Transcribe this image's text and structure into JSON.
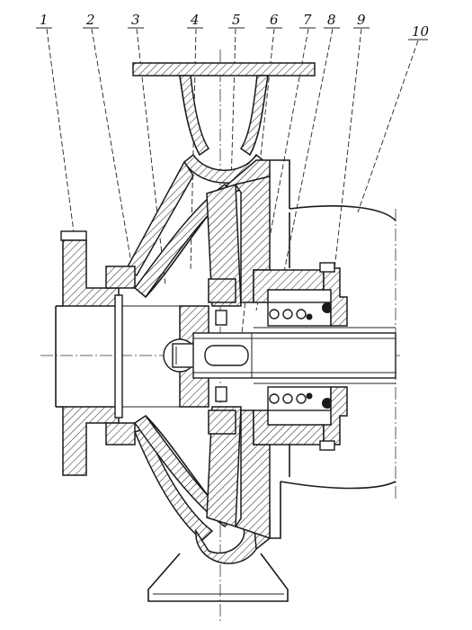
{
  "drawing": {
    "part_numbers": [
      "1",
      "2",
      "3",
      "4",
      "5",
      "6",
      "7",
      "8",
      "9",
      "10"
    ]
  }
}
